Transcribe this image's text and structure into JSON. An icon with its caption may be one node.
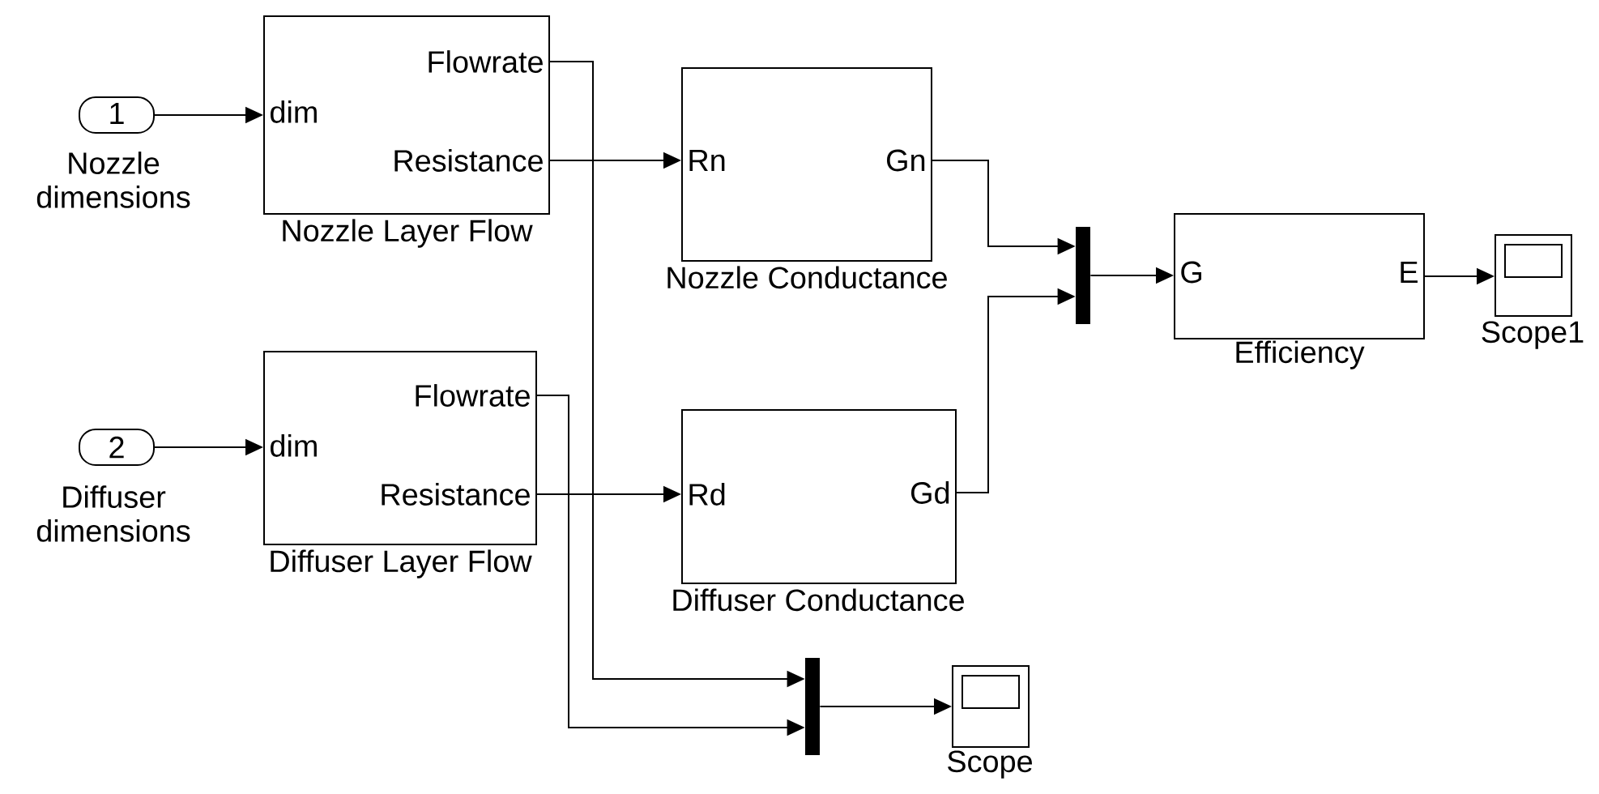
{
  "diagram": {
    "nodes": [
      {
        "text": [
          "1"
        ],
        "beside": [
          "Nozzle dimensions"
        ]
      },
      {
        "text": [
          "dim",
          "Flowrate",
          "Resistance",
          "Nozzle Layer Flow"
        ]
      },
      {
        "text": [
          "Rn",
          "Gn",
          "Nozzle Conductance"
        ]
      },
      {
        "text": [
          "2"
        ],
        "beside": [
          "Diffuser dimensions"
        ]
      },
      {
        "text": [
          "dim",
          "Flowrate",
          "Resistance",
          "Diffuser Layer Flow"
        ]
      },
      {
        "text": [
          "Rd",
          "Gd",
          "Diffuser Conductance"
        ]
      },
      {
        "text": [],
        "shape": "bar"
      },
      {
        "text": [
          "G",
          "E",
          "Efficiency"
        ]
      },
      {
        "text": [
          "Scope1"
        ]
      },
      {
        "text": [],
        "shape": "bar"
      },
      {
        "text": [
          "Scope"
        ]
      }
    ],
    "edges": [
      {
        "from": 0,
        "to": 1,
        "arrow": "to"
      },
      {
        "from": 1,
        "to": 2,
        "arrow": "to"
      },
      {
        "from": 1,
        "to": 9,
        "arrow": "to"
      },
      {
        "from": 3,
        "to": 4,
        "arrow": "to"
      },
      {
        "from": 4,
        "to": 5,
        "arrow": "to"
      },
      {
        "from": 4,
        "to": 9,
        "arrow": "to"
      },
      {
        "from": 2,
        "to": 6,
        "arrow": "to"
      },
      {
        "from": 5,
        "to": 6,
        "arrow": "to"
      },
      {
        "from": 6,
        "to": 7,
        "arrow": "to"
      },
      {
        "from": 7,
        "to": 8,
        "arrow": "to"
      },
      {
        "from": 9,
        "to": 10,
        "arrow": "to"
      }
    ]
  }
}
